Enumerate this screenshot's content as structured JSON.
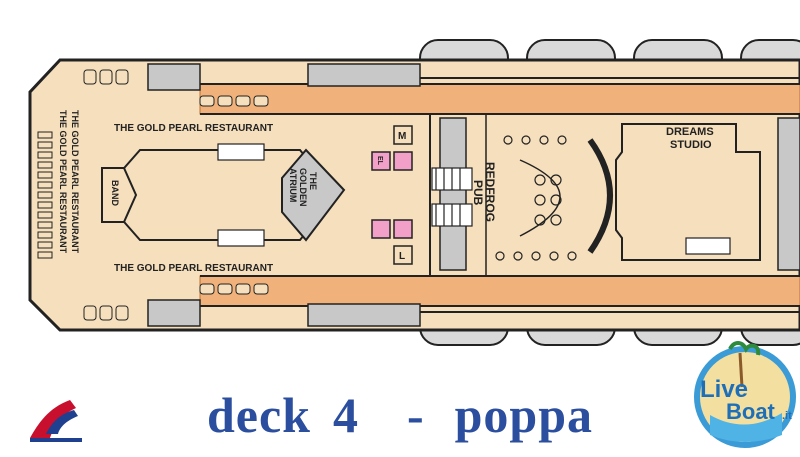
{
  "caption": {
    "deck_word": "deck",
    "deck_number": "4",
    "dash": "-",
    "section": "poppa"
  },
  "labels": {
    "restaurant_top": "THE GOLD PEARL RESTAURANT",
    "restaurant_bottom": "THE GOLD PEARL RESTAURANT",
    "restaurant_left_a": "THE GOLD PEARL RESTAURANT",
    "restaurant_left_b": "THE GOLD PEARL RESTAURANT",
    "band": "BAND",
    "atrium_line1": "THE",
    "atrium_line2": "GOLDEN",
    "atrium_line3": "ATRIUM",
    "pub_line1": "REDFROG",
    "pub_line2": "PUB",
    "studio_line1": "DREAMS",
    "studio_line2": "STUDIO",
    "m": "M",
    "l": "L",
    "el": "EL"
  },
  "logo": {
    "brand": "Live",
    "brand2": "Boat",
    "suffix": ".it"
  },
  "colors": {
    "caption": "#2b4f9e",
    "floor": "#f6dfbc",
    "deck": "#f0b27a",
    "wall": "#222222",
    "lifeboat": "#d9d9d9",
    "elevator": "#f2a0c8"
  }
}
